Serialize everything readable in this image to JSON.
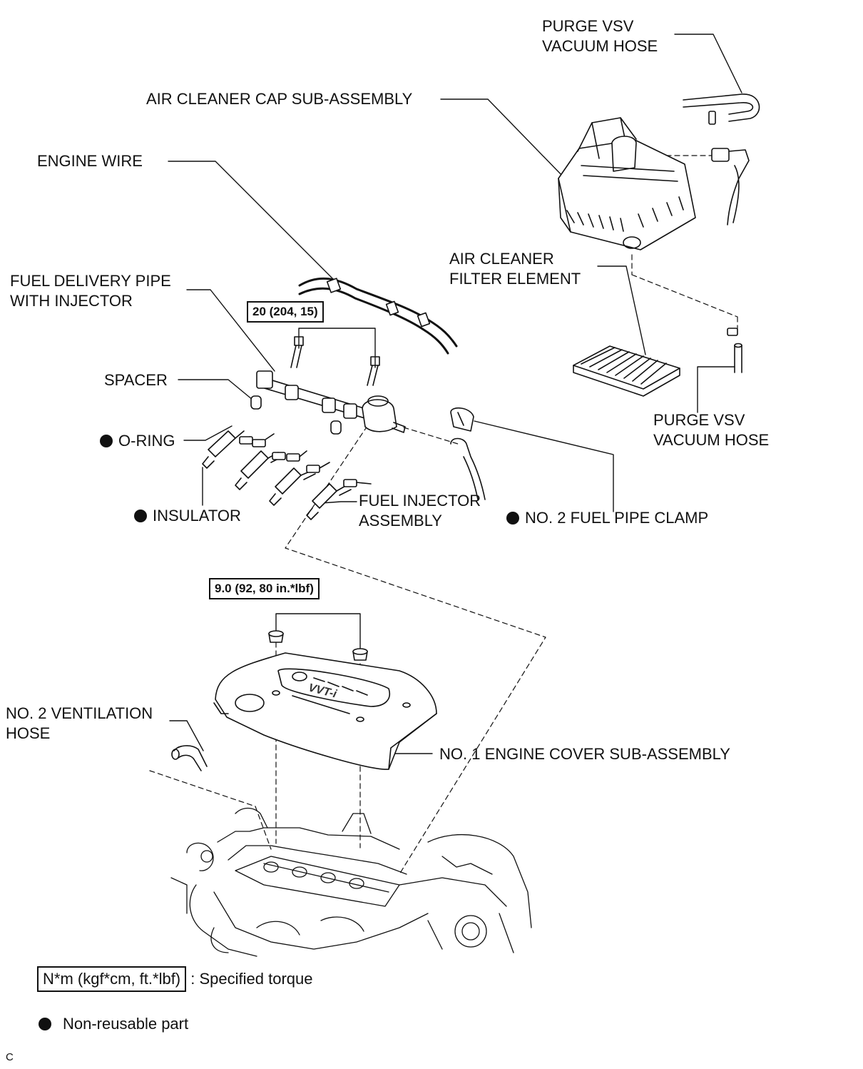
{
  "labels": {
    "purge_vsv_top_1": "PURGE VSV",
    "purge_vsv_top_2": "VACUUM HOSE",
    "air_cleaner_cap": "AIR CLEANER CAP SUB-ASSEMBLY",
    "engine_wire": "ENGINE WIRE",
    "fuel_delivery_1": "FUEL DELIVERY PIPE",
    "fuel_delivery_2": "WITH INJECTOR",
    "air_filter_1": "AIR CLEANER",
    "air_filter_2": "FILTER ELEMENT",
    "spacer": "SPACER",
    "o_ring": "O-RING",
    "purge_vsv_bottom_1": "PURGE VSV",
    "purge_vsv_bottom_2": "VACUUM HOSE",
    "fuel_injector_1": "FUEL INJECTOR",
    "fuel_injector_2": "ASSEMBLY",
    "insulator": "INSULATOR",
    "fuel_pipe_clamp": "NO. 2 FUEL PIPE CLAMP",
    "ventilation_hose_1": "NO. 2 VENTILATION",
    "ventilation_hose_2": "HOSE",
    "engine_cover": "NO. 1 ENGINE COVER SUB-ASSEMBLY",
    "cover_lettering": "VVT-i"
  },
  "torque": {
    "delivery_pipe": "20 (204, 15)",
    "engine_cover": "9.0 (92, 80 in.*lbf)"
  },
  "legend": {
    "torque_unit": "N*m (kgf*cm, ft.*lbf)",
    "torque_desc": ": Specified torque",
    "nonreusable_desc": "Non-reusable part"
  },
  "footer_code": "C"
}
